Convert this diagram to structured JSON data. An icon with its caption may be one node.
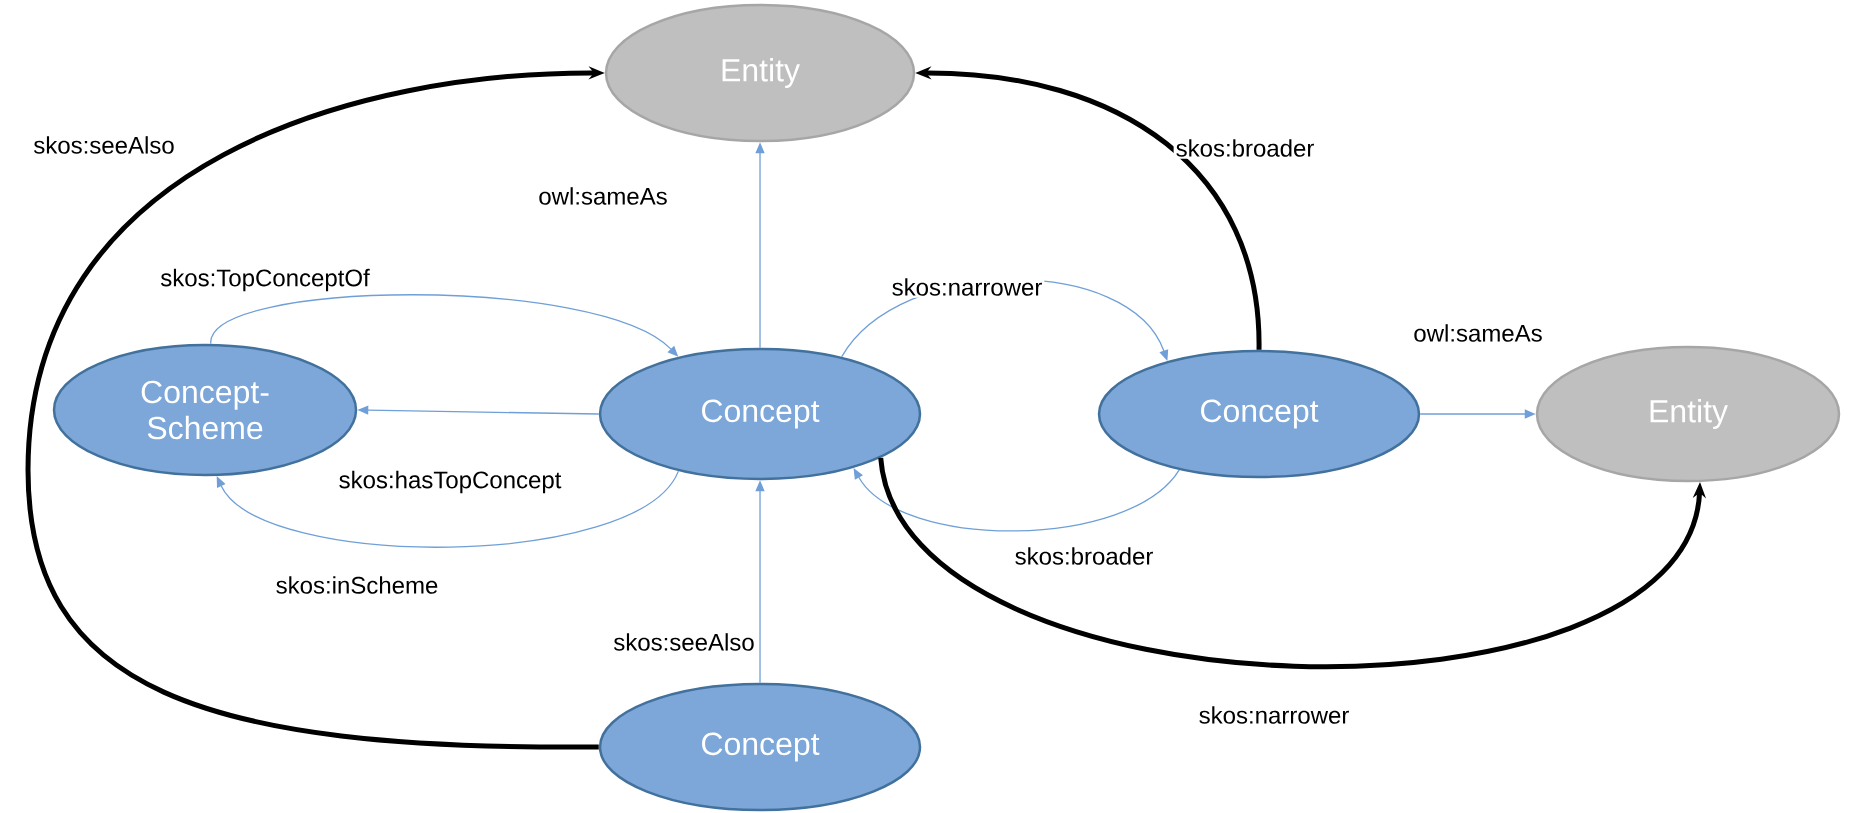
{
  "diagram": {
    "nodes": [
      {
        "text": [
          "Entity"
        ]
      },
      {
        "text": [
          "Concept-Scheme"
        ]
      },
      {
        "text": [
          "Concept"
        ]
      },
      {
        "text": [
          "Concept"
        ]
      },
      {
        "text": [
          "Entity"
        ]
      },
      {
        "text": [
          "Concept"
        ]
      }
    ],
    "edges": [
      {
        "from": 2,
        "to": 0,
        "arrow": "to",
        "label": "owl:sameAs"
      },
      {
        "from": 1,
        "to": 2,
        "arrow": "to",
        "label": "skos:TopConceptOf"
      },
      {
        "from": 2,
        "to": 1,
        "arrow": "to",
        "label": "skos:hasTopConcept"
      },
      {
        "from": 2,
        "to": 1,
        "arrow": "to",
        "label": "skos:inScheme"
      },
      {
        "from": 2,
        "to": 3,
        "arrow": "to",
        "label": "skos:narrower"
      },
      {
        "from": 3,
        "to": 2,
        "arrow": "to",
        "label": "skos:broader"
      },
      {
        "from": 3,
        "to": 4,
        "arrow": "to",
        "label": "owl:sameAs"
      },
      {
        "from": 3,
        "to": 0,
        "arrow": "to",
        "label": "skos:broader",
        "style": "thick",
        "color": "#000000"
      },
      {
        "from": 2,
        "to": 4,
        "arrow": "to",
        "label": "skos:narrower",
        "style": "thick",
        "color": "#000000"
      },
      {
        "from": 5,
        "to": 2,
        "arrow": "to",
        "label": "skos:seeAlso"
      },
      {
        "from": 5,
        "to": 0,
        "arrow": "to",
        "label": "skos:seeAlso",
        "style": "thick",
        "color": "#000000"
      }
    ]
  }
}
